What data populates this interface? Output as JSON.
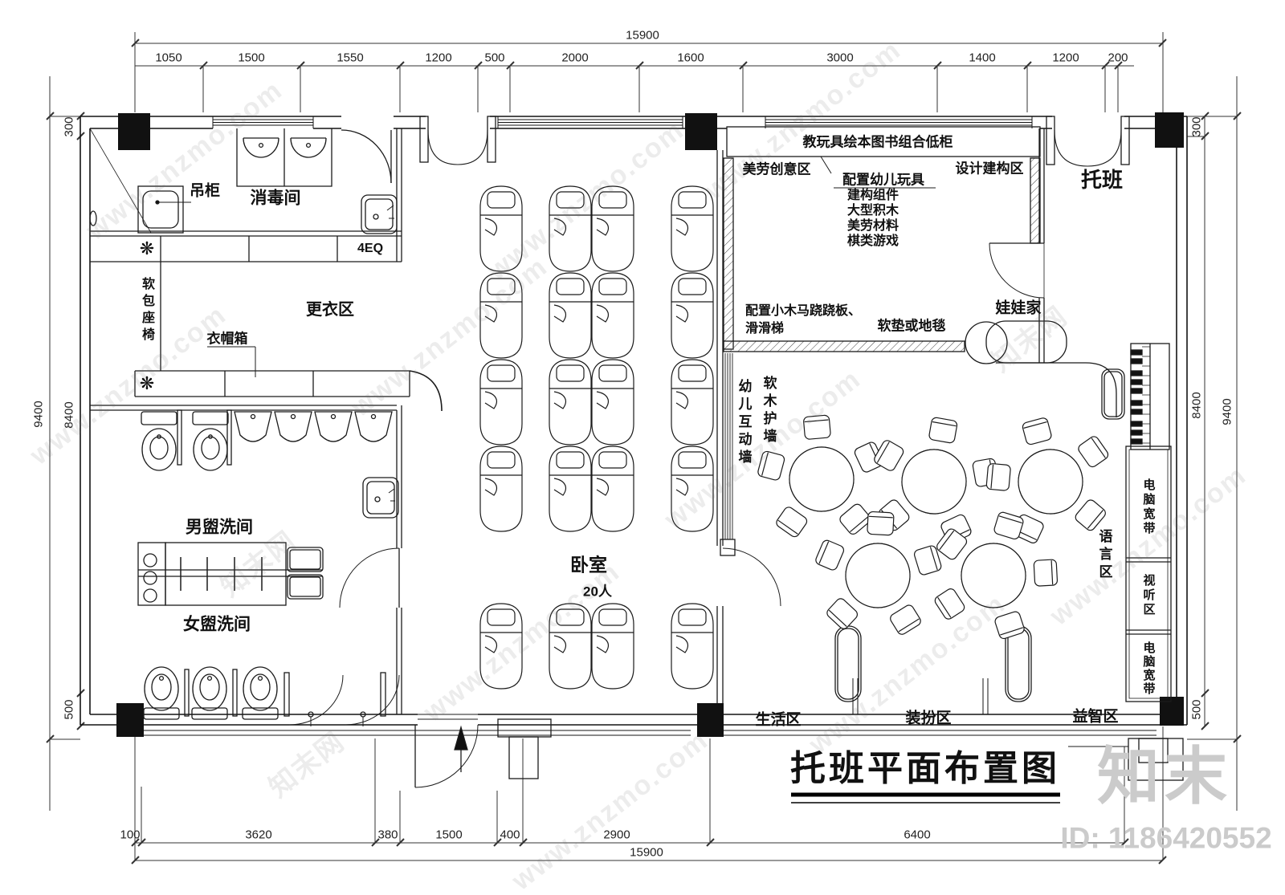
{
  "title": "托班平面布置图",
  "watermark": {
    "site": "www.znzmo.com",
    "brand": "知末网",
    "logo": "知末",
    "id": "ID: 1186420552"
  },
  "dims": {
    "top_total": "15900",
    "top": [
      "1050",
      "1500",
      "1550",
      "1200",
      "500",
      "2000",
      "1600",
      "3000",
      "1400",
      "1200",
      "200"
    ],
    "bottom": [
      "100",
      "3620",
      "380",
      "1500",
      "400",
      "2900",
      "6400"
    ],
    "bottom_total": "15900",
    "left": [
      "300",
      "8400",
      "500"
    ],
    "left_total": "9400",
    "right": [
      "300",
      "8400",
      "500"
    ],
    "right_total": "9400"
  },
  "labels": {
    "hanging_cabinet": "吊柜",
    "disinfection_room": "消毒间",
    "shelf": "4EQ",
    "changing_area": "更衣区",
    "cloak_box": "衣帽箱",
    "soft_seat": "软包座椅",
    "boys_washroom": "男盥洗间",
    "girls_washroom": "女盥洗间",
    "bedroom": "卧室",
    "capacity": "20人",
    "toy_cabinet": "教玩具绘本图书组合低柜",
    "art_area": "美劳创意区",
    "toys_config": "配置幼儿玩具",
    "construction_area": "设计建构区",
    "nursery": "托班",
    "toy_list_1": "建构组件",
    "toy_list_2": "大型积木",
    "toy_list_3": "美劳材料",
    "toy_list_4": "棋类游戏",
    "rocking_horse": "配置小木马跷跷板、",
    "slide": "滑滑梯",
    "soft_mat": "软垫或地毯",
    "doll_house": "娃娃家",
    "interactive_wall": "幼儿互动墙",
    "cork_wall": "软木护墙",
    "language_area": "语言区",
    "broadband_1": "电脑宽带",
    "av_area": "视听区",
    "broadband_2": "电脑宽带",
    "living_area": "生活区",
    "dressup_area": "装扮区",
    "puzzle_area": "益智区",
    "plant_icon": "❋"
  }
}
